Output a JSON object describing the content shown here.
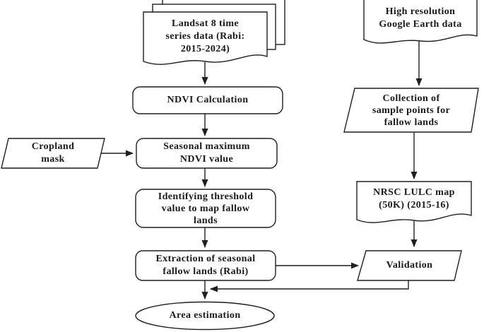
{
  "diagram": {
    "description": "Methodology flowchart for mapping seasonal (Rabi) fallow lands",
    "stroke_color": "#1f1f1f",
    "fill_color": "#ffffff"
  },
  "nodes": {
    "landsat": {
      "type": "multi-document",
      "lines": [
        "Landsat 8 time",
        "series data (Rabi:",
        "2015-2024)"
      ]
    },
    "google": {
      "type": "document",
      "lines": [
        "High resolution",
        "Google Earth data"
      ]
    },
    "ndvi": {
      "type": "process",
      "lines": [
        "NDVI Calculation"
      ]
    },
    "cropland": {
      "type": "data",
      "lines": [
        "Cropland",
        "mask"
      ]
    },
    "seasonal": {
      "type": "process",
      "lines": [
        "Seasonal maximum",
        "NDVI value"
      ]
    },
    "collection": {
      "type": "data",
      "lines": [
        "Collection of",
        "sample points for",
        "fallow lands"
      ]
    },
    "threshold": {
      "type": "process",
      "lines": [
        "Identifying  threshold",
        "value to map fallow",
        "lands"
      ]
    },
    "nrsc": {
      "type": "document",
      "lines": [
        "NRSC LULC  map",
        "(50K) (2015-16)"
      ]
    },
    "extraction": {
      "type": "process",
      "lines": [
        "Extraction  of seasonal",
        "fallow lands (Rabi)"
      ]
    },
    "validation": {
      "type": "data",
      "lines": [
        "Validation"
      ]
    },
    "area": {
      "type": "terminator",
      "lines": [
        "Area estimation"
      ]
    }
  }
}
